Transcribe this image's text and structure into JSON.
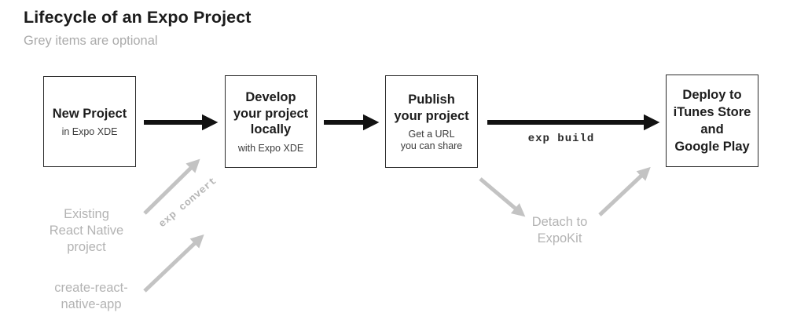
{
  "page": {
    "title": "Lifecycle of an Expo Project",
    "subtitle": "Grey items are optional"
  },
  "colors": {
    "ink": "#1c1c1c",
    "black_arrow": "#121212",
    "grey_arrow": "#c3c3c3",
    "grey_text": "#b3b3b3",
    "box_border": "#2b2b2b",
    "background": "#ffffff"
  },
  "boxes": [
    {
      "id": "new-project",
      "title_lines": [
        "New Project"
      ],
      "subtitle_lines": [
        "in Expo XDE"
      ]
    },
    {
      "id": "develop-locally",
      "title_lines": [
        "Develop",
        "your project",
        "locally"
      ],
      "subtitle_lines": [
        "with Expo XDE"
      ]
    },
    {
      "id": "publish",
      "title_lines": [
        "Publish",
        "your project"
      ],
      "subtitle_lines": [
        "Get a URL",
        "you can share"
      ]
    },
    {
      "id": "deploy-stores",
      "title_lines": [
        "Deploy to",
        "iTunes Store",
        "and",
        "Google Play"
      ],
      "subtitle_lines": []
    }
  ],
  "arrow_labels": {
    "build": "exp build",
    "convert": "exp convert"
  },
  "optional_items": {
    "existing_lines": [
      "Existing",
      "React Native",
      "project"
    ],
    "crna_lines": [
      "create-react-",
      "native-app"
    ],
    "detach_lines": [
      "Detach to",
      "ExpoKit"
    ]
  }
}
